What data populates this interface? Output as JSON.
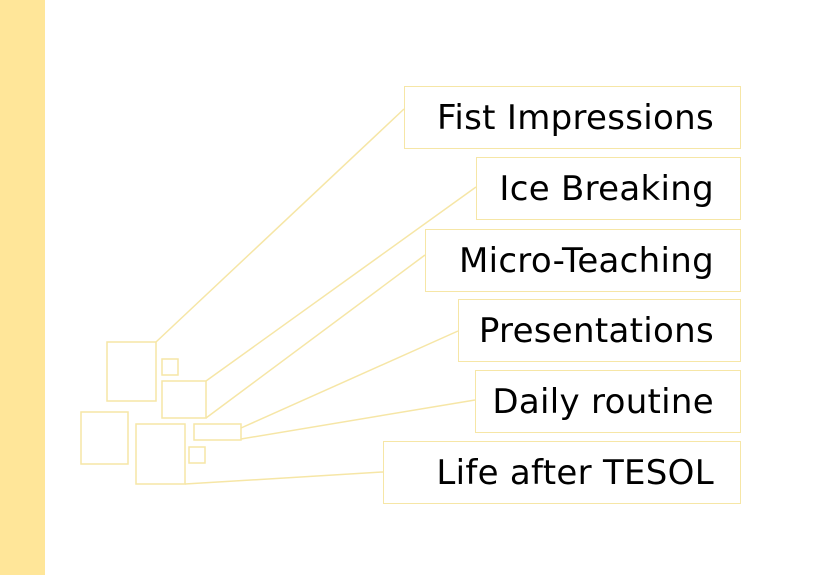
{
  "colors": {
    "sidebar": "#FFE699",
    "outline": "#F6E6A6",
    "text": "#000000",
    "background": "#FFFFFF"
  },
  "topics": [
    {
      "label": "Fist Impressions"
    },
    {
      "label": "Ice Breaking"
    },
    {
      "label": "Micro-Teaching"
    },
    {
      "label": "Presentations"
    },
    {
      "label": "Daily routine"
    },
    {
      "label": "Life after TESOL"
    }
  ]
}
